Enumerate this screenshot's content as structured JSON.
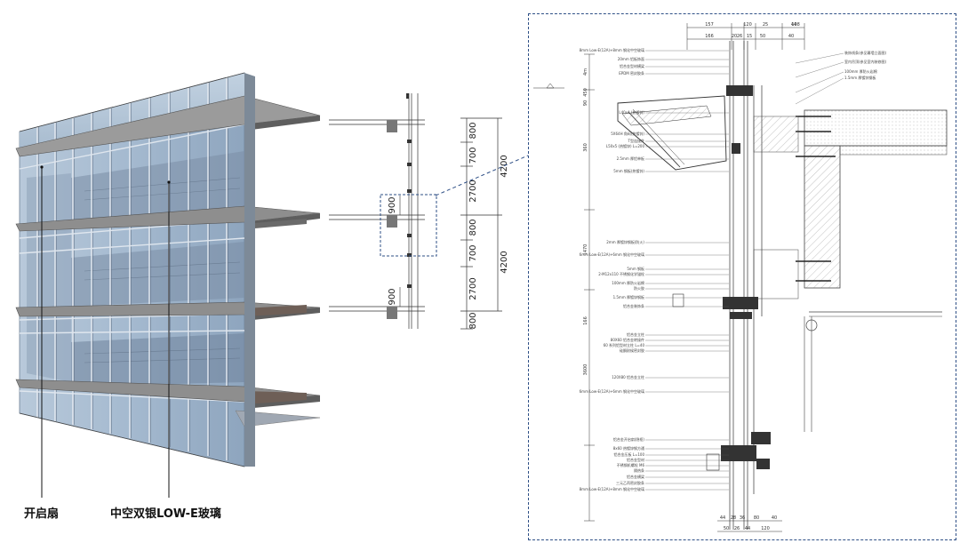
{
  "labels": {
    "vent_sash": "开启扇",
    "glass": "中空双银LOW-E玻璃"
  },
  "section_dims": {
    "slab_a": "800",
    "gap_a": "700",
    "floor_a": "4200",
    "span_a": "2700",
    "slab_b": "800",
    "gap_b": "700",
    "floor_b": "4200",
    "span_b": "2700",
    "slab_c": "800",
    "sill_a": "900",
    "sill_b": "900"
  },
  "detail_dims_top": [
    "157",
    "25",
    "44",
    "120",
    "108",
    "166",
    "20",
    "26",
    "15",
    "50",
    "40"
  ],
  "detail_dims_bottom": [
    "44",
    "28",
    "36",
    "80",
    "40",
    "50",
    "26",
    "44",
    "120"
  ],
  "detail_dims_left": [
    "4m",
    "360",
    "1470",
    "3600",
    "90",
    "450",
    "166"
  ],
  "detail_notes": [
    "8mm Low-E(12A)+8mm 钢化中空玻璃",
    "20mm 铝板饰面",
    "铝合金型材横梁",
    "EPDM 密封胶条",
    "L40x4 (热镀锌)",
    "5X64H 角码(热镀锌)",
    "T型连接件",
    "L50x5 (热镀锌) L=200",
    "2.5mm 厚铝单板",
    "5mm 钢板(热镀锌)",
    "2mm 厚镀锌钢板(防火)",
    "6mm Low-E(12A)+6mm 钢化中空玻璃",
    "5mm 钢板",
    "2-M12x110 不锈钢化学锚栓",
    "100mm 厚防火岩棉",
    "防火胶",
    "1.5mm 厚镀锌钢板",
    "铝合金装饰条",
    "铝合金立柱",
    "80X60 铝合金转接件",
    "60 系列铝型材立柱 L=40",
    "硅酮耐候密封胶",
    "120X80 铝合金立柱",
    "6mm Low-E(12A)+6mm 钢化中空玻璃",
    "铝合金开启扇(隐框)",
    "8x60 热镀锌钢方通",
    "铝合金压板 L=100",
    "铝合金型材",
    "不锈钢机螺栓 M6",
    "隔热条",
    "铝合金横梁",
    "三元乙丙密封胶条",
    "8mm Low-E(12A)+8mm 钢化中空玻璃"
  ],
  "detail_right_notes": [
    "装饰线条(参见幕墙立面图)",
    "室内吊顶(参见室内装修图)",
    "100mm 厚防火岩棉",
    "1.5mm 厚镀锌钢板"
  ],
  "colors": {
    "frame_blue": "#2e4f86",
    "glass_blue": "#9fb6cf",
    "glass_dark": "#5d7591",
    "slab_gray": "#8b8b8b",
    "slab_dark": "#5e5e5e"
  }
}
